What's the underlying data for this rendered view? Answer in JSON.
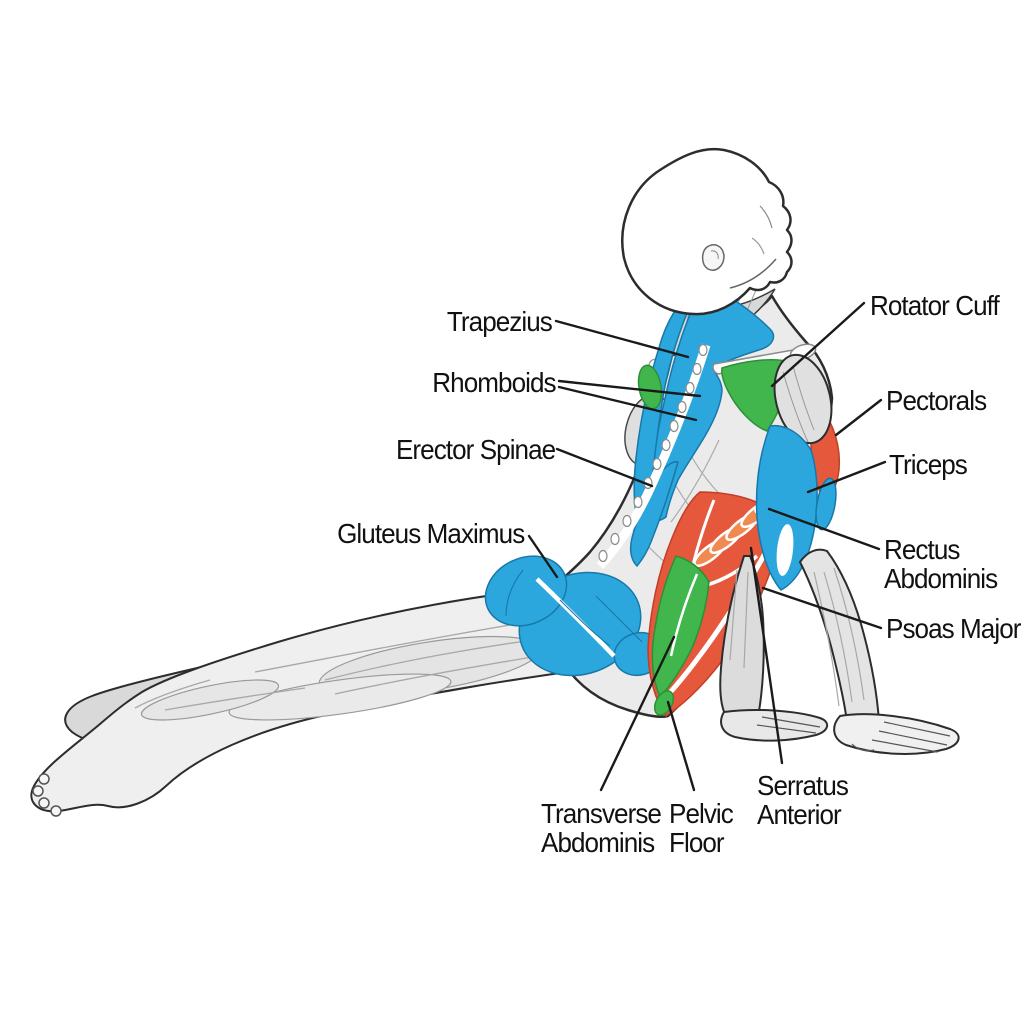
{
  "labels": [
    {
      "id": "trapezius",
      "lines": [
        "Trapezius"
      ]
    },
    {
      "id": "rhomboids",
      "lines": [
        "Rhomboids"
      ]
    },
    {
      "id": "erector-spinae",
      "lines": [
        "Erector Spinae"
      ]
    },
    {
      "id": "gluteus-maximus",
      "lines": [
        "Gluteus Maximus"
      ]
    },
    {
      "id": "rotator-cuff",
      "lines": [
        "Rotator Cuff"
      ]
    },
    {
      "id": "pectorals",
      "lines": [
        "Pectorals"
      ]
    },
    {
      "id": "triceps",
      "lines": [
        "Triceps"
      ]
    },
    {
      "id": "rectus-abdominis",
      "lines": [
        "Rectus",
        "Abdominis"
      ]
    },
    {
      "id": "psoas-major",
      "lines": [
        "Psoas Major"
      ]
    },
    {
      "id": "transverse-abdominis",
      "lines": [
        "Transverse",
        "Abdominis"
      ]
    },
    {
      "id": "pelvic-floor",
      "lines": [
        "Pelvic",
        "Floor"
      ]
    },
    {
      "id": "serratus-anterior",
      "lines": [
        "Serratus",
        "Anterior"
      ]
    }
  ],
  "colors": {
    "highlight_blue": "#2BA7DE",
    "highlight_green": "#41B64C",
    "highlight_red": "#E5583C",
    "highlight_orange": "#F08A51",
    "leader_line": "#1a1a1a",
    "label_text": "#111111"
  }
}
